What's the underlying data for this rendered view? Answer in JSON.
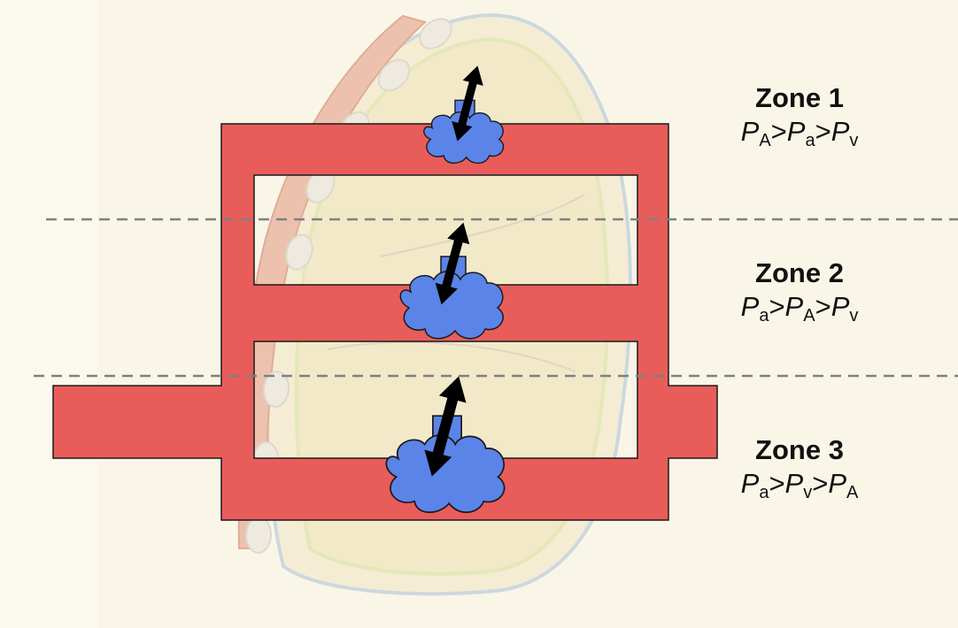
{
  "zones": [
    {
      "title": "Zone 1",
      "formula": [
        {
          "sym": "P",
          "sub": "A"
        },
        {
          "op": ">"
        },
        {
          "sym": "P",
          "sub": "a"
        },
        {
          "op": ">"
        },
        {
          "sym": "P",
          "sub": "v"
        }
      ]
    },
    {
      "title": "Zone 2",
      "formula": [
        {
          "sym": "P",
          "sub": "a"
        },
        {
          "op": ">"
        },
        {
          "sym": "P",
          "sub": "A"
        },
        {
          "op": ">"
        },
        {
          "sym": "P",
          "sub": "v"
        }
      ]
    },
    {
      "title": "Zone 3",
      "formula": [
        {
          "sym": "P",
          "sub": "a"
        },
        {
          "op": ">"
        },
        {
          "sym": "P",
          "sub": "v"
        },
        {
          "op": ">"
        },
        {
          "sym": "P",
          "sub": "A"
        }
      ]
    }
  ],
  "colors": {
    "background": "#faf6e7",
    "vessel": "#e85d5a",
    "alveolus": "#5b84e8",
    "arrow": "#000000",
    "divider": "#808080",
    "lung_outline": "#b9c9d6",
    "pleura": "#e3e7b8",
    "rib": "#e8e5da",
    "muscle": "#e6a993"
  }
}
